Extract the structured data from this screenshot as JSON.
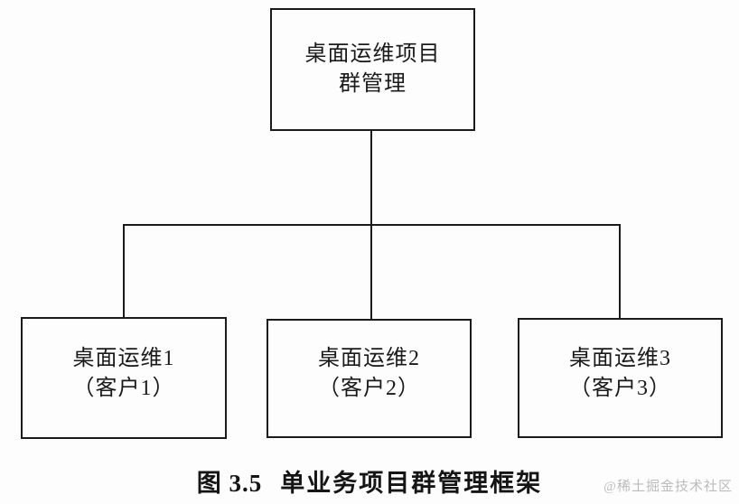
{
  "diagram": {
    "root": {
      "label_line1": "桌面运维项目",
      "label_line2": "群管理"
    },
    "children": [
      {
        "label_line1": "桌面运维1",
        "label_line2": "（客户1）"
      },
      {
        "label_line1": "桌面运维2",
        "label_line2": "（客户2）"
      },
      {
        "label_line1": "桌面运维3",
        "label_line2": "（客户3）"
      }
    ]
  },
  "caption": {
    "figure_label": "图 3.5",
    "title": "单业务项目群管理框架"
  },
  "watermark": {
    "text": "@稀土掘金技术社区"
  },
  "colors": {
    "background": "#fdfdfd",
    "line": "#1b1b1b",
    "text": "#1a1a1a",
    "watermark": "#bcbcbc"
  }
}
